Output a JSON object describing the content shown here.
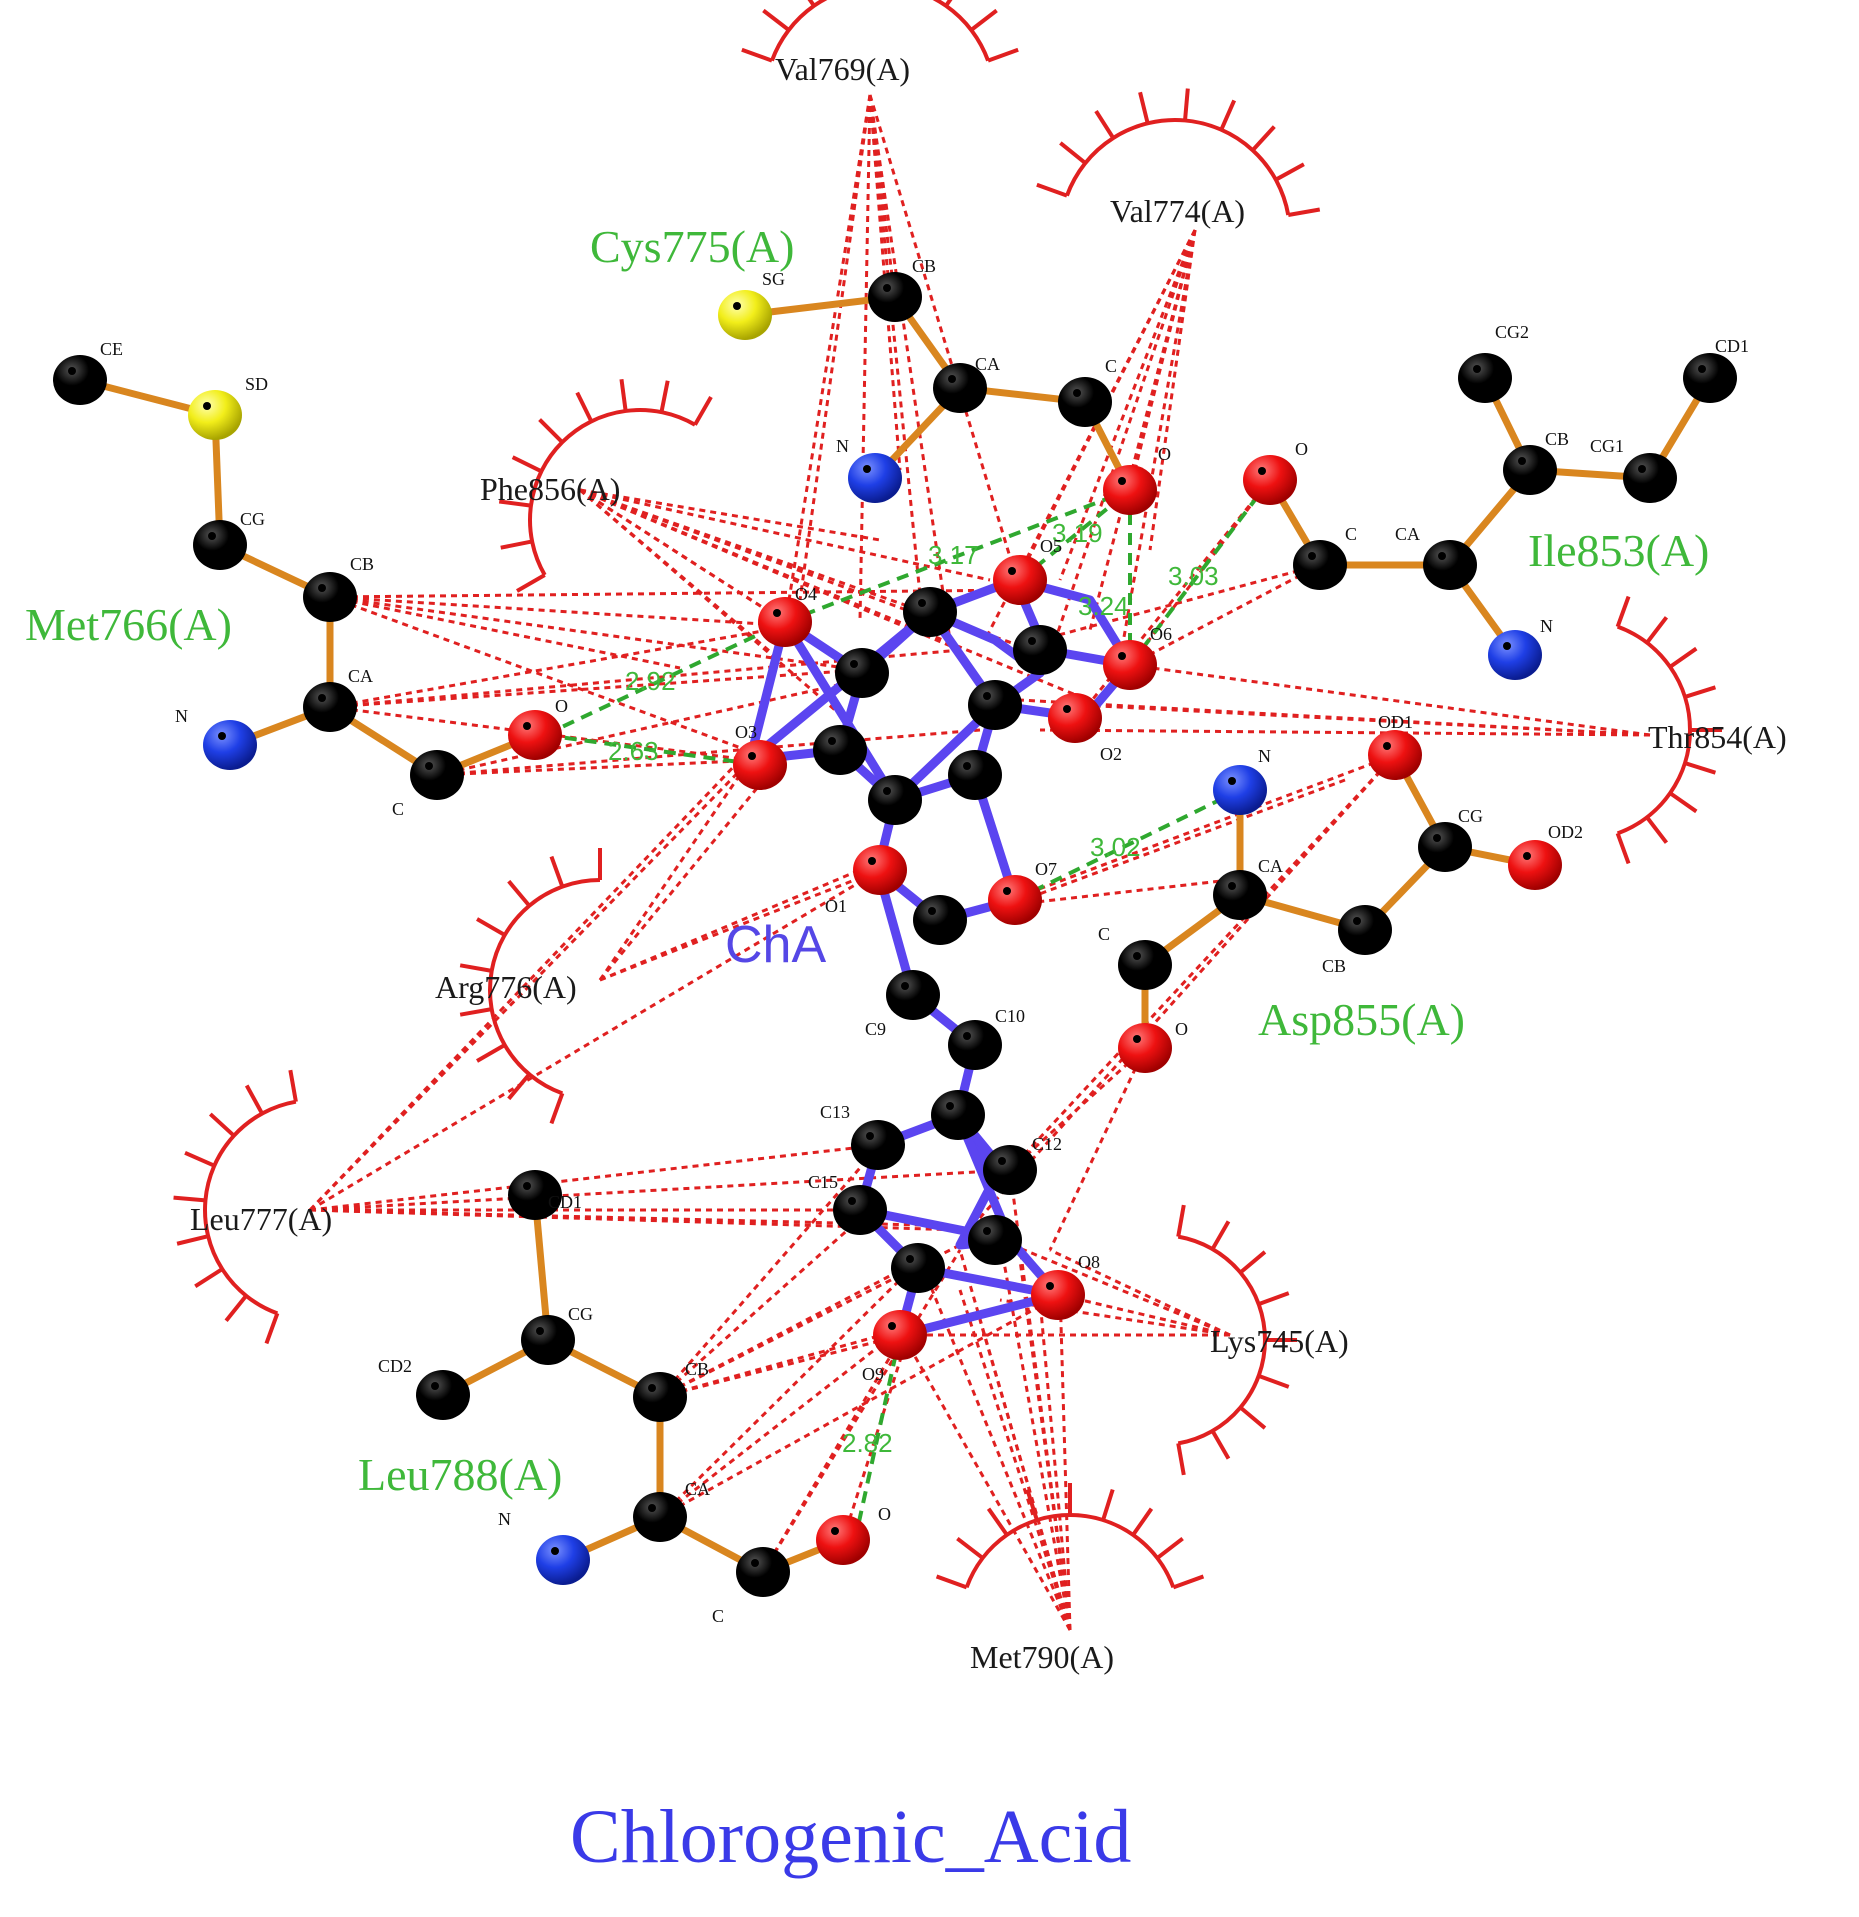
{
  "title": "Chlorogenic_Acid",
  "ligand_label": "ChA",
  "colors": {
    "hydrogen_bond": "#2fa82f",
    "hydrophobic": "#e02020",
    "ligand_bond": "#5b45f0",
    "residue_bond": "#d9861f",
    "carbon": "#000000",
    "oxygen": "#ee1111",
    "nitrogen": "#1f3fe6",
    "sulfur": "#f2ee1a",
    "hbond_residue_label": "#3fb83a",
    "ligand_label": "#5547e6",
    "title": "#3a3ae8"
  },
  "hbond_residues": [
    {
      "id": "cys775",
      "label": "Cys775(A)"
    },
    {
      "id": "met766",
      "label": "Met766(A)"
    },
    {
      "id": "ile853",
      "label": "Ile853(A)"
    },
    {
      "id": "asp855",
      "label": "Asp855(A)"
    },
    {
      "id": "leu788",
      "label": "Leu788(A)"
    }
  ],
  "hydrophobic_residues": [
    {
      "id": "val769",
      "label": "Val769(A)",
      "icon": "hydrophobic-arc-icon"
    },
    {
      "id": "val774",
      "label": "Val774(A)",
      "icon": "hydrophobic-arc-icon"
    },
    {
      "id": "phe856",
      "label": "Phe856(A)",
      "icon": "hydrophobic-arc-icon"
    },
    {
      "id": "thr854",
      "label": "Thr854(A)",
      "icon": "hydrophobic-arc-icon"
    },
    {
      "id": "arg776",
      "label": "Arg776(A)",
      "icon": "hydrophobic-arc-icon"
    },
    {
      "id": "leu777",
      "label": "Leu777(A)",
      "icon": "hydrophobic-arc-icon"
    },
    {
      "id": "lys745",
      "label": "Lys745(A)",
      "icon": "hydrophobic-arc-icon"
    },
    {
      "id": "met790",
      "label": "Met790(A)",
      "icon": "hydrophobic-arc-icon"
    }
  ],
  "hbond_distances": [
    "3.17",
    "3.19",
    "3.24",
    "3.03",
    "2.92",
    "2.63",
    "3.02",
    "2.82"
  ],
  "atom_labels": {
    "cys775": [
      "SG",
      "CB",
      "CA",
      "N",
      "C",
      "O"
    ],
    "met766": [
      "CE",
      "SD",
      "CG",
      "CB",
      "CA",
      "N",
      "C",
      "O"
    ],
    "ile853": [
      "CG2",
      "CD1",
      "CB",
      "CG1",
      "O",
      "C",
      "CA",
      "N"
    ],
    "asp855": [
      "N",
      "OD1",
      "CG",
      "OD2",
      "CA",
      "C",
      "CB",
      "O"
    ],
    "leu788": [
      "CD1",
      "CG",
      "CD2",
      "CB",
      "CA",
      "N",
      "C",
      "O"
    ],
    "ligand": [
      "O4",
      "O5",
      "O6",
      "O2",
      "O3",
      "O1",
      "O7",
      "C9",
      "C10",
      "C13",
      "C12",
      "C15",
      "O8",
      "O9"
    ]
  }
}
